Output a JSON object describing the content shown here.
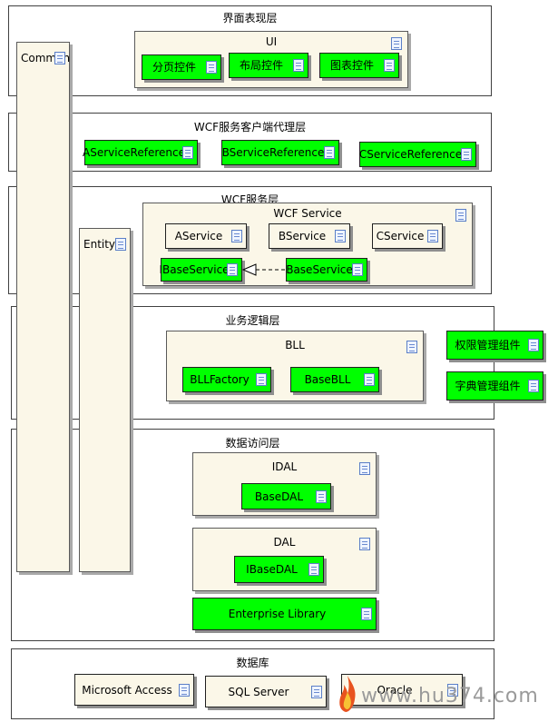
{
  "layers": {
    "presentation": {
      "title": "界面表现层",
      "ui_package": {
        "title": "UI",
        "components": [
          "分页控件",
          "布局控件",
          "图表控件"
        ]
      }
    },
    "wcf_proxy": {
      "title": "WCF服务客户端代理层",
      "components": [
        "AServiceReference",
        "BServiceReference",
        "CServiceReference"
      ]
    },
    "wcf_service": {
      "title": "WCF服务层",
      "package": {
        "title": "WCF Service",
        "components": [
          "AService",
          "BService",
          "CService",
          "IBaseService",
          "BaseService"
        ]
      }
    },
    "business": {
      "title": "业务逻辑层",
      "bll_package": {
        "title": "BLL",
        "components": [
          "BLLFactory",
          "BaseBLL"
        ]
      },
      "side_components": [
        "权限管理组件",
        "字典管理组件"
      ]
    },
    "data_access": {
      "title": "数据访问层",
      "idal_package": {
        "title": "IDAL",
        "components": [
          "BaseDAL"
        ]
      },
      "dal_package": {
        "title": "DAL",
        "components": [
          "IBaseDAL"
        ]
      },
      "enterprise_library": "Enterprise Library"
    },
    "database": {
      "title": "数据库",
      "components": [
        "Microsoft Access",
        "SQL Server",
        "Oracle"
      ]
    }
  },
  "columns": {
    "common": "Common",
    "entity": "Entity"
  },
  "watermark": "www.hu374.com",
  "colors": {
    "component_green": "#00ff00",
    "package_fill": "#fbf7e8",
    "border": "#404040"
  }
}
